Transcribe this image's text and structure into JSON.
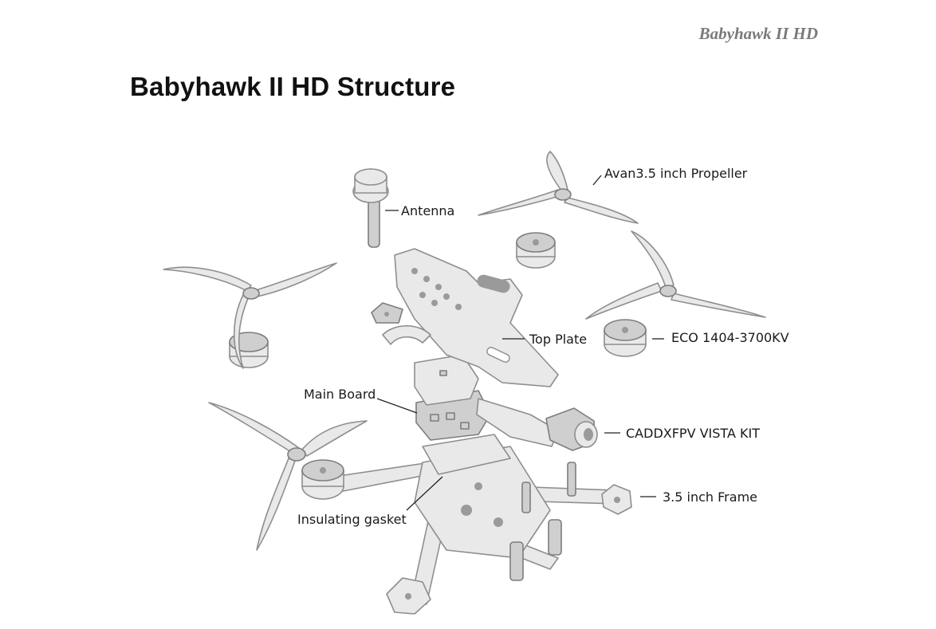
{
  "header": {
    "running_head": "Babyhawk II HD"
  },
  "page": {
    "title": "Babyhawk II HD Structure"
  },
  "diagram": {
    "labels": {
      "antenna": "Antenna",
      "propeller": "Avan3.5 inch Propeller",
      "top_plate": "Top Plate",
      "motor": "ECO 1404-3700KV",
      "main_board": "Main Board",
      "vista_kit": "CADDXFPV VISTA KIT",
      "frame": "3.5 inch Frame",
      "gasket": "Insulating gasket"
    }
  }
}
